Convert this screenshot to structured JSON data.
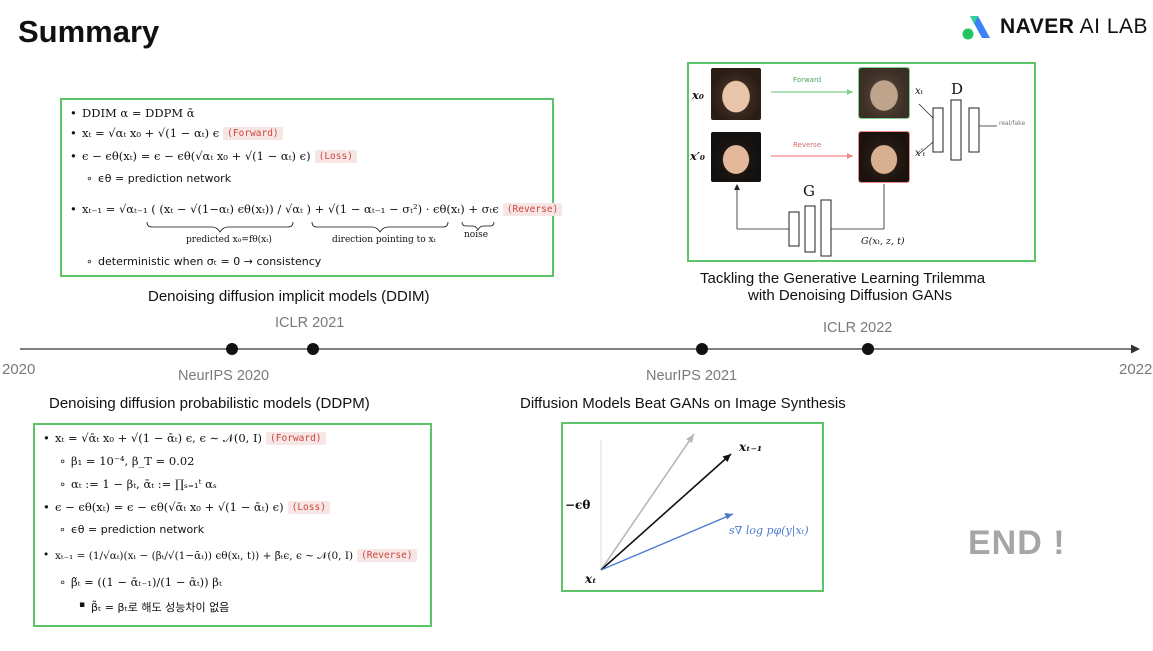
{
  "header": {
    "title": "Summary",
    "brand_bold": "NAVER",
    "brand_rest": "AI LAB"
  },
  "timeline": {
    "year_start": "2020",
    "year_end": "2022",
    "venues": {
      "iclr2021": "ICLR 2021",
      "neurips2020": "NeurIPS 2020",
      "neurips2021": "NeurIPS 2021",
      "iclr2022": "ICLR 2022"
    }
  },
  "papers": {
    "ddim": "Denoising diffusion implicit models (DDIM)",
    "ddpm": "Denoising diffusion probabilistic models (DDPM)",
    "guided": "Diffusion Models Beat GANs on Image Synthesis",
    "ddgan_line1": "Tackling the Generative Learning Trilemma",
    "ddgan_line2": "with Denoising Diffusion GANs"
  },
  "ddim_box": {
    "l1": "DDIM α = DDPM ᾱ",
    "l2": "xₜ = √αₜ x₀ + √(1 − αₜ) ϵ",
    "l2_tag": "(Forward)",
    "l3": "ϵ − ϵθ(xₜ) = ϵ − ϵθ(√αₜ x₀ + √(1 − αₜ) ϵ)",
    "l3_tag": "(Loss)",
    "l4": "ϵθ = prediction network",
    "l5a": "xₜ₋₁ = √αₜ₋₁ ( (xₜ − √(1−αₜ) ϵθ(xₜ)) / √αₜ )",
    "l5b": "+ √(1 − αₜ₋₁ − σₜ²) · ϵθ(xₜ) + σₜϵ",
    "l5_tag": "(Reverse)",
    "under1": "predicted x₀=fθ(xₜ)",
    "under2": "direction pointing to xₜ",
    "under3": "noise",
    "l6": "deterministic when σₜ = 0 → consistency"
  },
  "ddpm_box": {
    "l1": "xₜ = √ᾱₜ x₀ + √(1 − ᾱₜ) ϵ,  ϵ ∼ 𝒩(0, I)",
    "l1_tag": "(Forward)",
    "l2": "β₁ = 10⁻⁴, β_T = 0.02",
    "l3": "αₜ := 1 − βₜ, ᾱₜ := ∏ₛ₌₁ᵗ αₛ",
    "l4": "ϵ − ϵθ(xₜ) = ϵ − ϵθ(√ᾱₜ x₀ + √(1 − ᾱₜ) ϵ)",
    "l4_tag": "(Loss)",
    "l5": "ϵθ = prediction network",
    "l6": "xₜ₋₁ = (1/√αₜ)(xₜ − (βₜ/√(1−ᾱₜ)) ϵθ(xₜ, t)) + β̃ₜϵ,  ϵ ∼ 𝒩(0, I)",
    "l6_tag": "(Reverse)",
    "l7": "β̃ₜ = ((1 − ᾱₜ₋₁)/(1 − ᾱₜ)) βₜ",
    "l8": "β̃ₜ = βₜ로 해도 성능차이 없음"
  },
  "guided_fig": {
    "eps": "−ϵθ",
    "xt1": "xₜ₋₁",
    "xt": "xₜ",
    "grad": "s∇ log pφ(y|xₜ)",
    "colors": {
      "gray": "#b8b8b8",
      "black": "#111111",
      "blue": "#4a7bd0"
    }
  },
  "ddgan_fig": {
    "x0": "x₀",
    "xprime0": "x′₀",
    "xt": "xₜ",
    "xprimet": "x′ₜ",
    "forward": "Forward",
    "reverse": "Reverse",
    "D": "D",
    "G": "G",
    "gfunc": "G(xₜ, z, t)",
    "realfake": "real/fake",
    "colors": {
      "forward": "#7fcf8a",
      "reverse": "#e98b8b"
    }
  },
  "end_label": "END !",
  "colors": {
    "box_border": "#5ec46a",
    "tag_red": "#d0453a",
    "venue_gray": "#7a7a7a"
  }
}
